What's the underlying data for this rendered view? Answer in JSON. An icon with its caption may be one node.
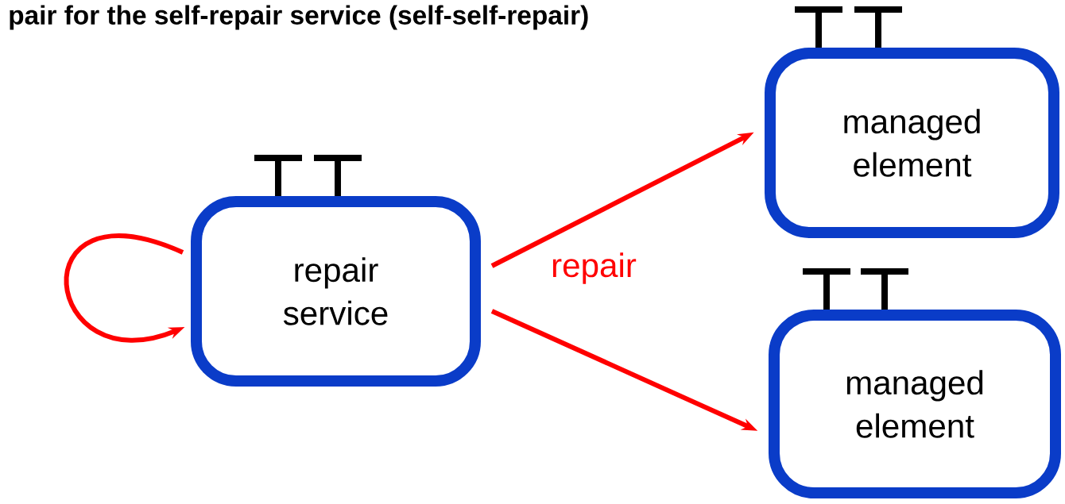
{
  "diagram": {
    "title": "pair for the self-repair service (self-self-repair)",
    "nodes": [
      {
        "text": [
          "repair service"
        ]
      },
      {
        "text": [
          "managed element"
        ]
      },
      {
        "text": [
          "managed element"
        ]
      }
    ],
    "edges": [
      {
        "from": 0,
        "to": 0,
        "arrow": "to"
      },
      {
        "from": 0,
        "to": 1,
        "arrow": "to",
        "label": "repair"
      },
      {
        "from": 0,
        "to": 2,
        "arrow": "to"
      }
    ]
  }
}
